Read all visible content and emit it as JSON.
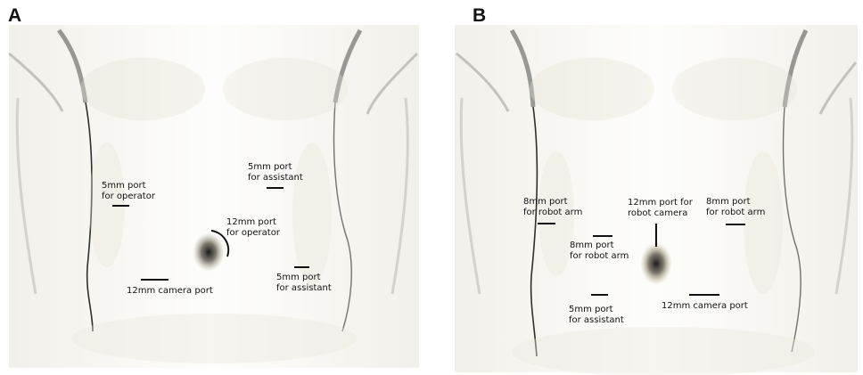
{
  "panels": [
    {
      "letter": "A",
      "ports": [
        {
          "line1": "5mm port",
          "line2": "for operator"
        },
        {
          "line1": "5mm port",
          "line2": "for assistant"
        },
        {
          "line1": "12mm port",
          "line2": "for operator"
        },
        {
          "line1": "5mm port",
          "line2": "for assistant"
        },
        {
          "line1": "12mm camera port"
        }
      ]
    },
    {
      "letter": "B",
      "ports": [
        {
          "line1": "8mm port",
          "line2": "for robot arm"
        },
        {
          "line1": "12mm port for",
          "line2": "robot camera"
        },
        {
          "line1": "8mm port",
          "line2": "for robot arm"
        },
        {
          "line1": "8mm port",
          "line2": "for robot arm"
        },
        {
          "line1": "5mm port",
          "line2": "for assistant"
        },
        {
          "line1": "12mm camera port"
        }
      ]
    }
  ]
}
